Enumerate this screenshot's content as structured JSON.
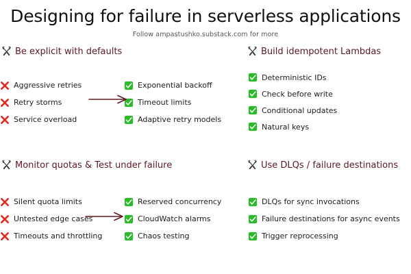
{
  "header": {
    "title": "Designing for failure in serverless applications",
    "subtitle": "Follow ampastushko.substack.com for more"
  },
  "colors": {
    "background": "#ffffff",
    "title": "#111111",
    "subtitle": "#555555",
    "section_header": "#5c1a22",
    "item_text": "#1c1c1c",
    "check_green": "#2eb82e",
    "cross_red": "#e02b20",
    "arrow": "#5c1a22"
  },
  "sections": [
    {
      "id": "defaults",
      "icon": "hammer-and-wrench-icon",
      "title": "Be explicit with defaults",
      "bad_items": [
        {
          "mark": "cross-mark-icon",
          "label": "Aggressive retries"
        },
        {
          "mark": "cross-mark-icon",
          "label": "Retry storms"
        },
        {
          "mark": "cross-mark-icon",
          "label": "Service overload"
        }
      ],
      "good_items": [
        {
          "mark": "check-mark-button-icon",
          "label": "Exponential backoff"
        },
        {
          "mark": "check-mark-button-icon",
          "label": "Timeout limits"
        },
        {
          "mark": "check-mark-button-icon",
          "label": "Adaptive retry models"
        }
      ],
      "arrow": {
        "from_item": "Retry storms",
        "to_item": "Timeout limits"
      }
    },
    {
      "id": "idempotent",
      "icon": "hammer-and-wrench-icon",
      "title": "Build idempotent Lambdas",
      "good_items": [
        {
          "mark": "check-mark-button-icon",
          "label": "Deterministic IDs"
        },
        {
          "mark": "check-mark-button-icon",
          "label": "Check before write"
        },
        {
          "mark": "check-mark-button-icon",
          "label": "Conditional updates"
        },
        {
          "mark": "check-mark-button-icon",
          "label": "Natural keys"
        }
      ]
    },
    {
      "id": "monitor",
      "icon": "hammer-and-wrench-icon",
      "title": "Monitor quotas & Test under failure",
      "bad_items": [
        {
          "mark": "cross-mark-icon",
          "label": "Silent quota limits"
        },
        {
          "mark": "cross-mark-icon",
          "label": "Untested edge cases"
        },
        {
          "mark": "cross-mark-icon",
          "label": "Timeouts and throttling"
        }
      ],
      "good_items": [
        {
          "mark": "check-mark-button-icon",
          "label": "Reserved concurrency"
        },
        {
          "mark": "check-mark-button-icon",
          "label": "CloudWatch alarms"
        },
        {
          "mark": "check-mark-button-icon",
          "label": "Chaos testing"
        }
      ],
      "arrow": {
        "from_item": "Untested edge cases",
        "to_item": "CloudWatch alarms"
      }
    },
    {
      "id": "dlq",
      "icon": "hammer-and-wrench-icon",
      "title": "Use DLQs / failure destinations",
      "good_items": [
        {
          "mark": "check-mark-button-icon",
          "label": "DLQs for sync invocations"
        },
        {
          "mark": "check-mark-button-icon",
          "label": "Failure destinations for async events"
        },
        {
          "mark": "check-mark-button-icon",
          "label": "Trigger reprocessing"
        }
      ]
    }
  ]
}
